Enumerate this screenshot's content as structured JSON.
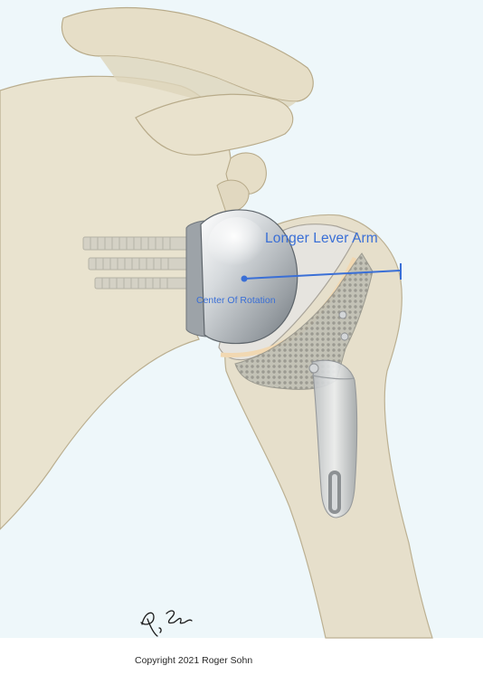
{
  "illustration": {
    "annotations": {
      "lever_arm": "Longer Lever Arm",
      "center_of_rotation": "Center Of Rotation"
    },
    "signature": "R. Sohn",
    "copyright": "Copyright 2021 Roger Sohn"
  },
  "colors": {
    "background": "#eef7fa",
    "bone": "#e9e2cd",
    "bone_outline": "#b8ab8a",
    "annotation_blue": "#3a6fd6",
    "metal": "#c9cdd1"
  }
}
